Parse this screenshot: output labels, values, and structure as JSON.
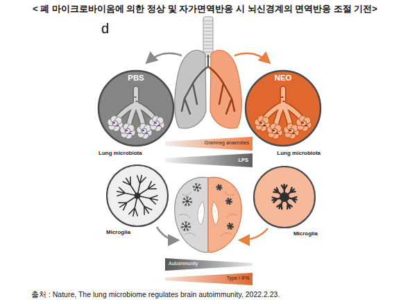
{
  "diagram": {
    "title": "< 폐 마이크로바이옴에 의한 정상 및 자가면역반응 시 뇌신경계의 면역반응 조절 기전>",
    "caption": "출처 : Nature, The lung microbiome regulates brain autoimmunity, 2022.2.23.",
    "nodes": [
      {
        "text": [
          "PBS",
          "Lung microbiota"
        ]
      },
      {
        "text": [
          "NEO",
          "Lung microbiota"
        ]
      },
      {
        "text": [
          "Gramneg anaerobes"
        ]
      },
      {
        "text": [
          "LPS"
        ]
      },
      {
        "text": [
          "Microglia"
        ]
      },
      {
        "text": [
          "Microglia"
        ]
      },
      {
        "text": [
          "Autoimmunity"
        ]
      },
      {
        "text": [
          "Type I IFN"
        ]
      }
    ],
    "labels": [
      "d"
    ]
  }
}
